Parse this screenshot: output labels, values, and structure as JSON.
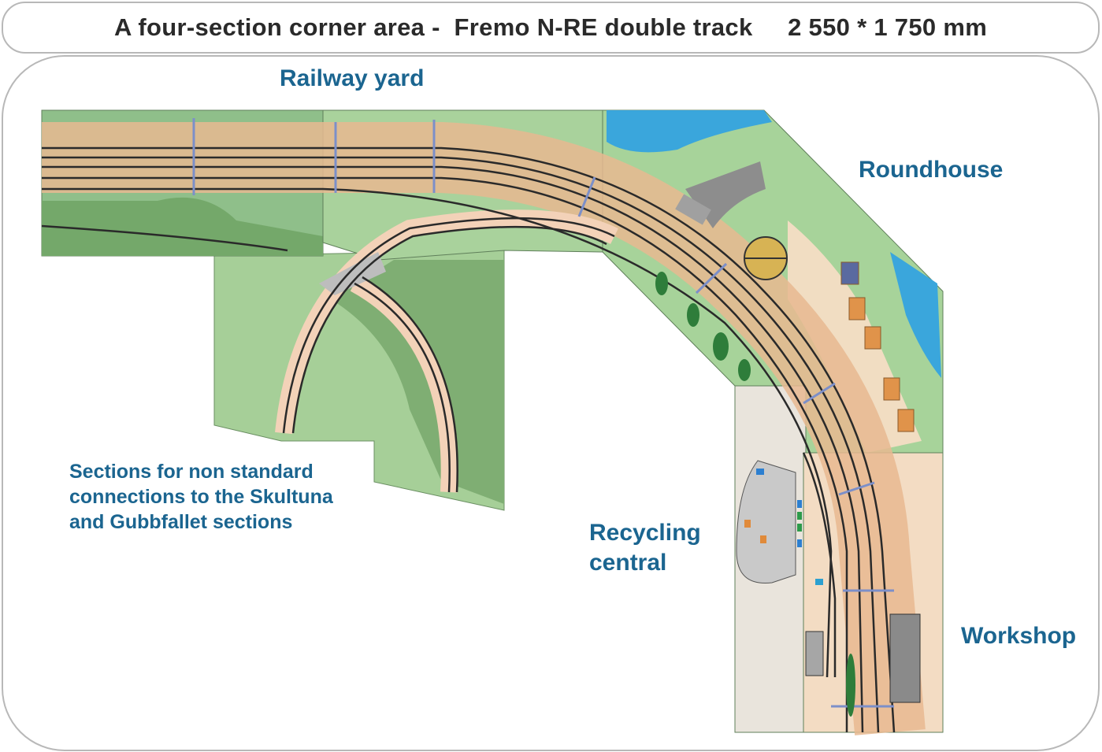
{
  "header": {
    "title": "A four-section corner area -  Fremo N-RE double track     2 550 * 1 750 mm"
  },
  "labels": {
    "railway_yard": "Railway yard",
    "roundhouse": "Roundhouse",
    "recycling_line1": "Recycling",
    "recycling_line2": "central",
    "workshop": "Workshop",
    "note_line1": "Sections for non standard",
    "note_line2": "connections to the Skultuna",
    "note_line3": "and Gubbfallet sections"
  },
  "colors": {
    "label": "#1b6590",
    "ground": "#8fbf8a",
    "trackbed": "#e8b890",
    "rail": "#2a2a2a",
    "water": "#3aa6dc",
    "joint": "#7c8fc9"
  }
}
